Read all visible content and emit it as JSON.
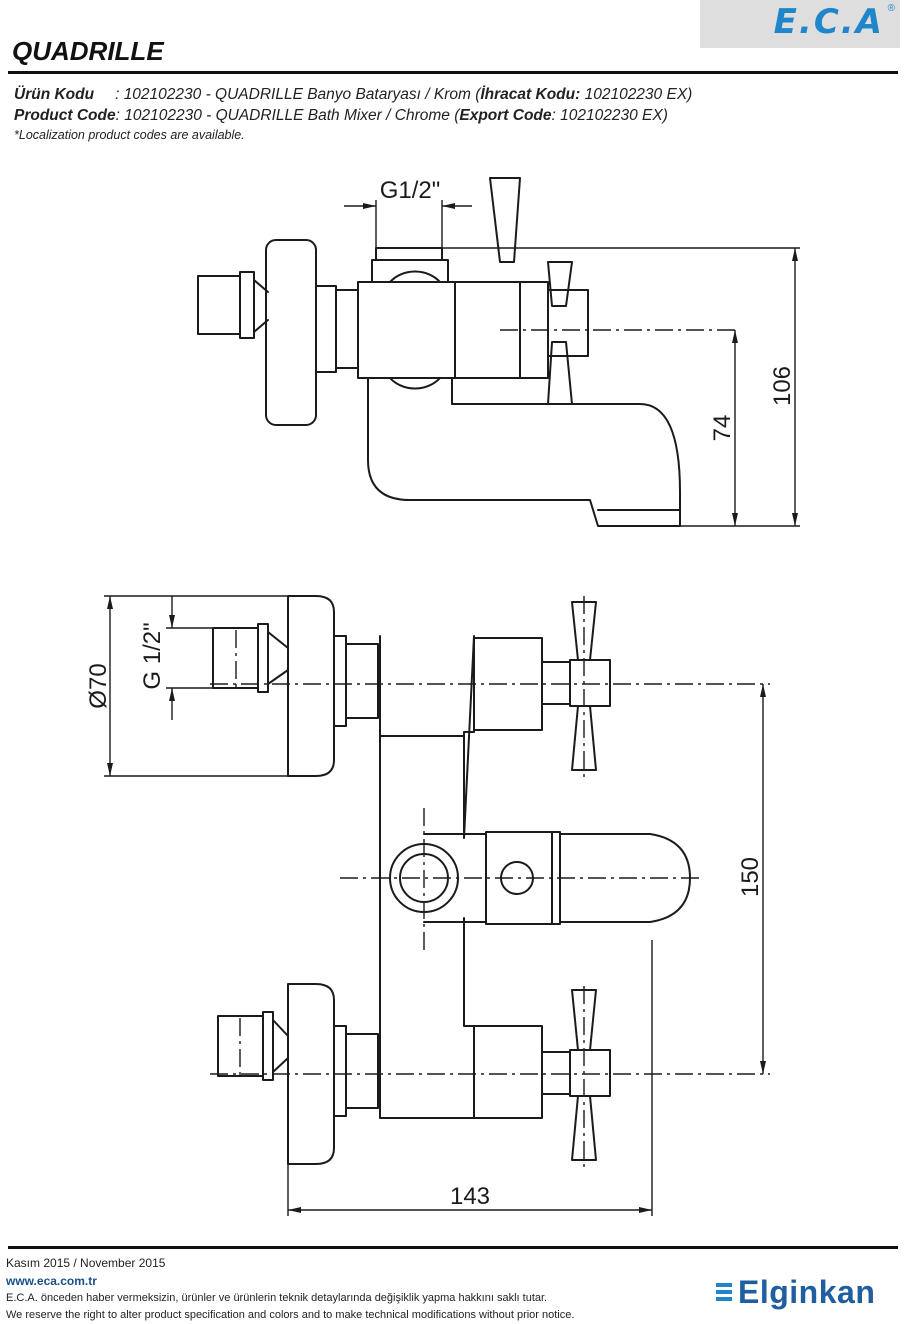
{
  "brand": {
    "logo": "E.C.A",
    "reg": "®"
  },
  "title": "QUADRILLE",
  "product": {
    "tr_label": "Ürün Kodu",
    "tr_value": ": 102102230 - QUADRILLE Banyo Bataryası / Krom (",
    "tr_export_label": "İhracat Kodu:",
    "tr_export_value": " 102102230 EX)",
    "en_label": "Product Code",
    "en_value": ": 102102230 - QUADRILLE Bath Mixer / Chrome (",
    "en_export_label": "Export Code",
    "en_export_value": ": 102102230 EX)",
    "note": "*Localization product codes are available."
  },
  "dimensions": {
    "thread_top": "G1/2\"",
    "d74": "74",
    "d106": "106",
    "d70": "Ø70",
    "thread_side": "G 1/2\"",
    "d150": "150",
    "d143": "143"
  },
  "footer": {
    "date": "Kasım 2015 / November 2015",
    "web": "www.eca.com.tr",
    "tr_notice": "E.C.A. önceden haber vermeksizin, ürünler ve ürünlerin teknik detaylarında değişiklik yapma hakkını saklı tutar.",
    "en_notice": "We reserve the right to alter product specification and colors and to make technical modifications without prior notice."
  },
  "partner": {
    "name": "Elginkan"
  },
  "colors": {
    "brand_blue": "#1f86c9",
    "line": "#1b1b1b"
  }
}
